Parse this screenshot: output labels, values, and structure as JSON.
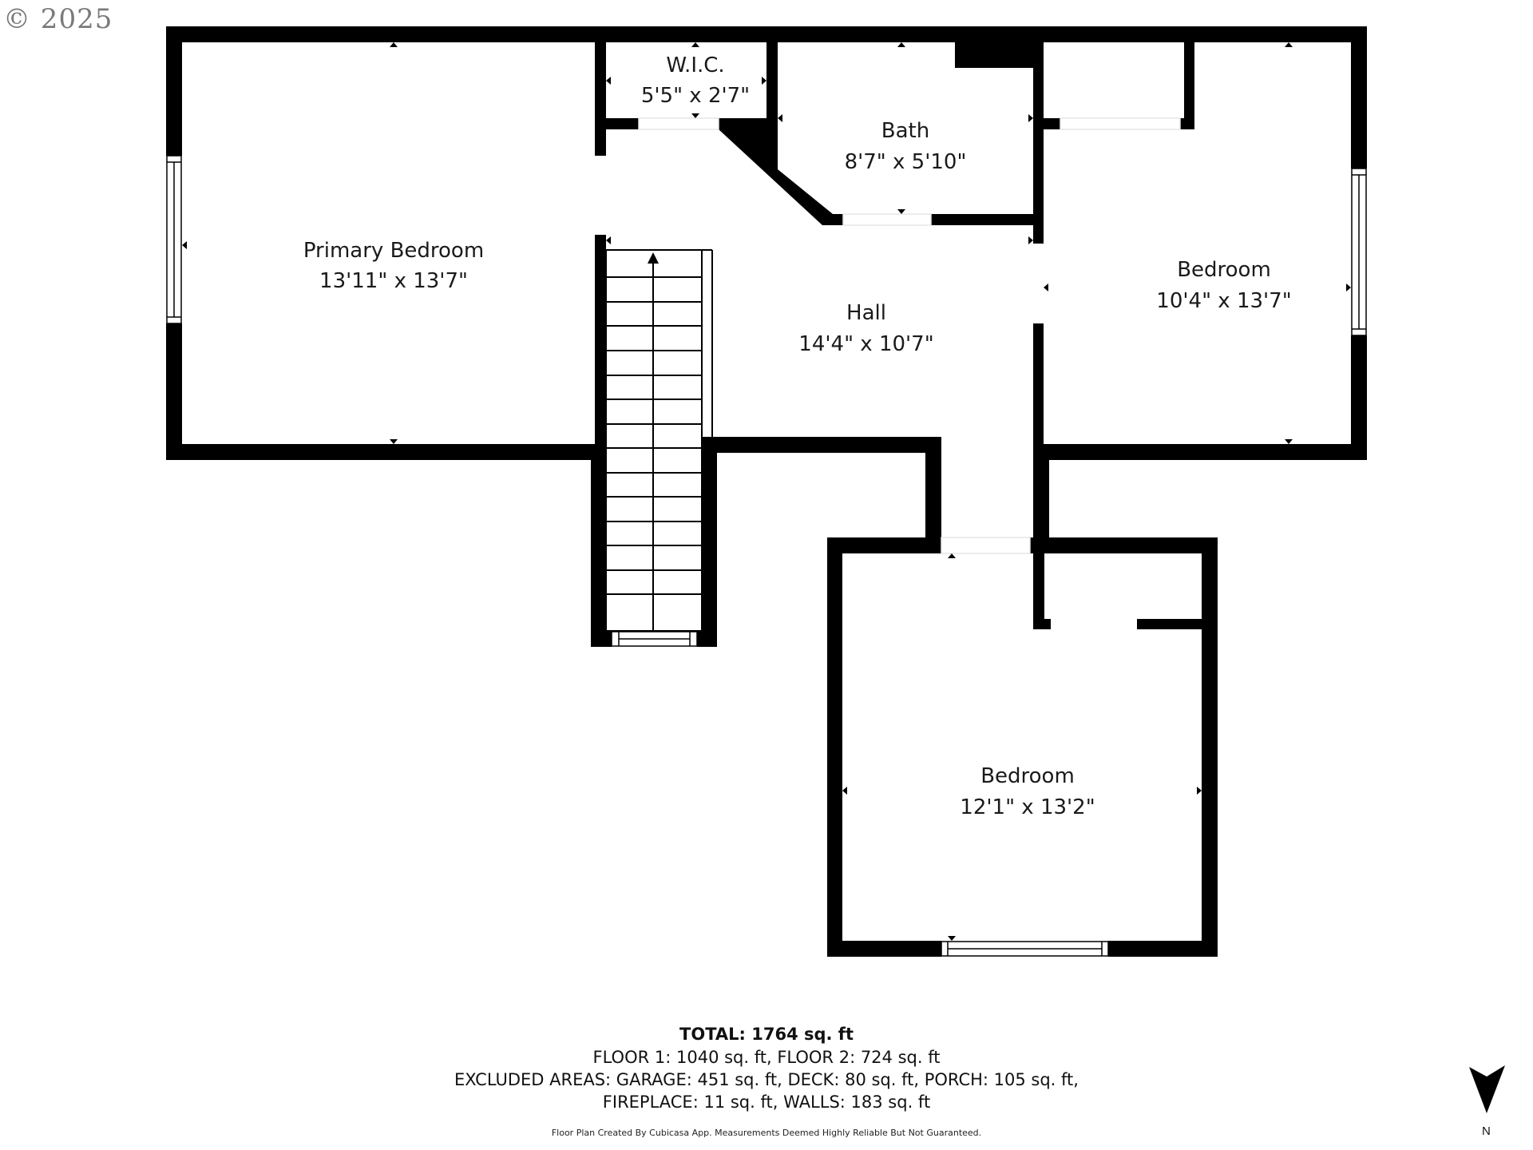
{
  "copyright": "© 2025",
  "rooms": {
    "primary_bedroom": {
      "name": "Primary Bedroom",
      "dims": "13'11\" x 13'7\""
    },
    "wic": {
      "name": "W.I.C.",
      "dims": "5'5\" x 2'7\""
    },
    "bath": {
      "name": "Bath",
      "dims": "8'7\" x 5'10\""
    },
    "hall": {
      "name": "Hall",
      "dims": "14'4\" x 10'7\""
    },
    "bedroom_east": {
      "name": "Bedroom",
      "dims": "10'4\" x 13'7\""
    },
    "bedroom_south": {
      "name": "Bedroom",
      "dims": "12'1\" x 13'2\""
    }
  },
  "summary": {
    "total": "TOTAL: 1764 sq. ft",
    "floors": "FLOOR 1: 1040 sq. ft, FLOOR 2: 724 sq. ft",
    "excluded_line1": "EXCLUDED AREAS: GARAGE: 451 sq. ft, DECK: 80 sq. ft, PORCH: 105 sq. ft,",
    "excluded_line2": "FIREPLACE: 11 sq. ft, WALLS: 183 sq. ft",
    "disclaimer": "Floor Plan Created By Cubicasa App. Measurements Deemed Highly Reliable But Not Guaranteed."
  },
  "compass": {
    "icon": "north-arrow-icon",
    "label": "N"
  },
  "colors": {
    "wall": "#000000",
    "background": "#ffffff",
    "copyright": "#7a7a7a"
  }
}
